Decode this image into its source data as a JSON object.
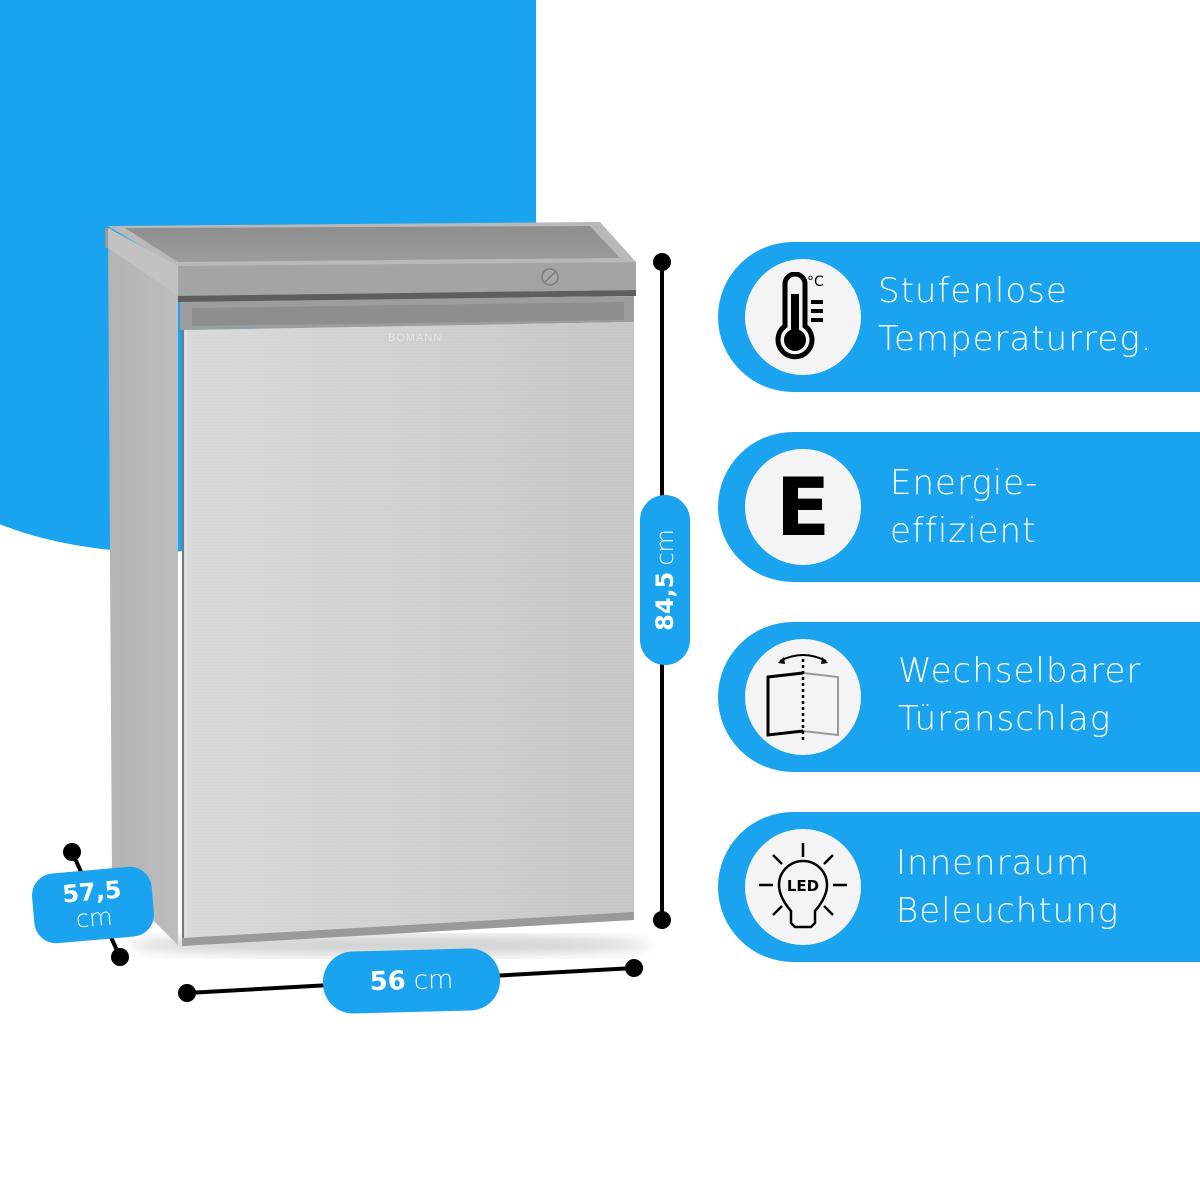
{
  "product": {
    "brand": "BOMANN",
    "type": "freestanding refrigerator, stainless look"
  },
  "dimensions": {
    "width": {
      "value": "56",
      "unit": "cm"
    },
    "height": {
      "value": "84,5",
      "unit": "cm"
    },
    "depth": {
      "value": "57,5",
      "unit": "cm"
    }
  },
  "features": [
    {
      "icon": "thermometer-icon",
      "line1": "Stufenlose",
      "line2": "Temperaturreg.",
      "icon_text": "°C"
    },
    {
      "icon": "energy-class-icon",
      "line1": "Energie-",
      "line2": "effizient",
      "icon_text": "E"
    },
    {
      "icon": "door-reversible-icon",
      "line1": "Wechselbarer",
      "line2": "Türanschlag"
    },
    {
      "icon": "led-bulb-icon",
      "line1": "Innenraum",
      "line2": "Beleuchtung",
      "icon_text": "LED"
    }
  ],
  "colors": {
    "accent_blue": "#1aa3ef",
    "icon_circle": "#f4f4f4",
    "fridge_steel": "#c9c9c9",
    "line_black": "#000000"
  }
}
